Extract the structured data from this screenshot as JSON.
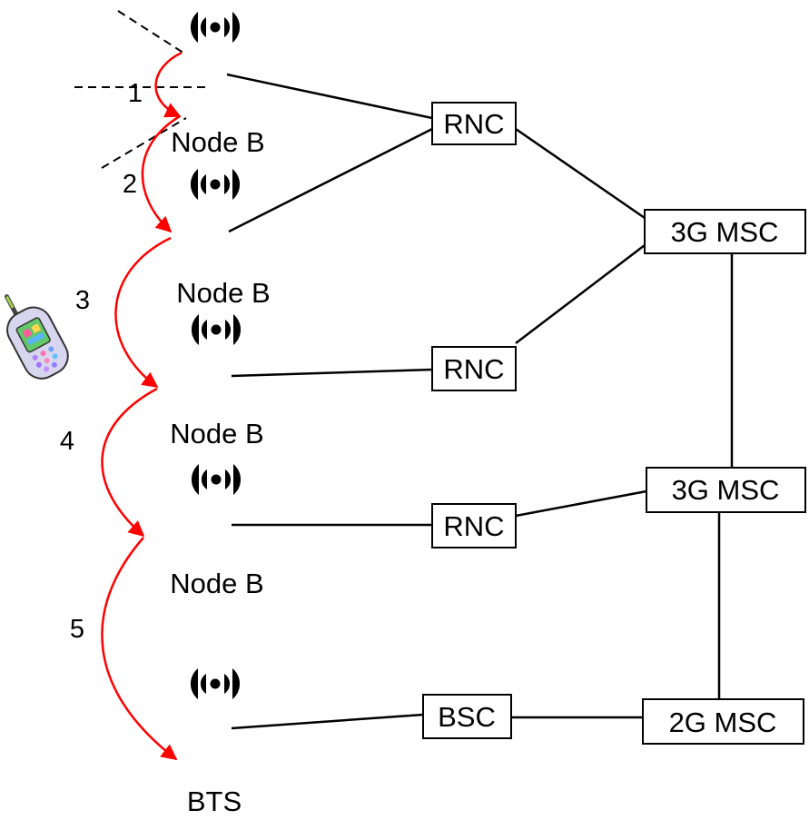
{
  "colors": {
    "line": "#000000",
    "handover": "#ff0000",
    "box_fill": "#ffffff"
  },
  "icons": [
    "radio-tower-icon",
    "mobile-phone-icon"
  ],
  "towers": [
    {
      "label": "Node B"
    },
    {
      "label": "Node B"
    },
    {
      "label": "Node B"
    },
    {
      "label": "Node B"
    },
    {
      "label": "BTS"
    }
  ],
  "controllers": [
    {
      "label": "RNC"
    },
    {
      "label": "RNC"
    },
    {
      "label": "RNC"
    },
    {
      "label": "BSC"
    }
  ],
  "switches": [
    {
      "label": "3G MSC"
    },
    {
      "label": "3G MSC"
    },
    {
      "label": "2G MSC"
    }
  ],
  "handovers": [
    {
      "label": "1"
    },
    {
      "label": "2"
    },
    {
      "label": "3"
    },
    {
      "label": "4"
    },
    {
      "label": "5"
    }
  ]
}
